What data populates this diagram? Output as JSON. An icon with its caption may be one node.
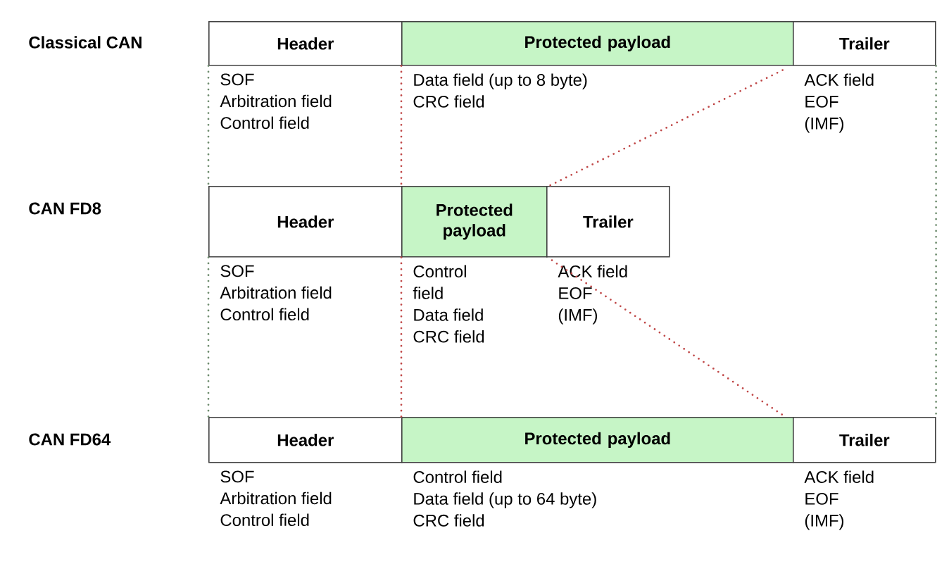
{
  "diagram": {
    "nodes": [
      {
        "text": [
          "Header"
        ],
        "beside": [
          "SOF",
          "Arbitration field",
          "Control field"
        ]
      },
      {
        "text": [
          "Protected payload"
        ],
        "beside": [
          "Data field (up to 8 byte)",
          "CRC field"
        ]
      },
      {
        "text": [
          "Trailer"
        ],
        "beside": [
          "ACK field",
          "EOF",
          "(IMF)"
        ]
      },
      {
        "text": [
          "Header"
        ],
        "beside": [
          "SOF",
          "Arbitration field",
          "Control field"
        ]
      },
      {
        "text": [
          "Protected payload"
        ],
        "beside": [
          "Control field",
          "Data field",
          "CRC field"
        ]
      },
      {
        "text": [
          "Trailer"
        ],
        "beside": [
          "ACK field",
          "EOF",
          "(IMF)"
        ]
      },
      {
        "text": [
          "Header"
        ],
        "beside": [
          "SOF",
          "Arbitration field",
          "Control field"
        ]
      },
      {
        "text": [
          "Protected payload"
        ],
        "beside": [
          "Control field",
          "Data field (up to 64 byte)",
          "CRC field"
        ]
      },
      {
        "text": [
          "Trailer"
        ],
        "beside": [
          "ACK field",
          "EOF",
          "(IMF)"
        ]
      }
    ],
    "edges": [
      {
        "from": 0,
        "to": 3,
        "arrow": "none",
        "style": "dashed",
        "color": "#6e8c6e"
      },
      {
        "from": 1,
        "to": 4,
        "arrow": "none",
        "style": "dashed"
      },
      {
        "from": 1,
        "to": 5,
        "arrow": "none",
        "style": "dashed"
      },
      {
        "from": 2,
        "to": 8,
        "arrow": "none",
        "style": "dashed",
        "color": "#6e8c6e"
      },
      {
        "from": 3,
        "to": 6,
        "arrow": "none",
        "style": "dashed",
        "color": "#6e8c6e"
      },
      {
        "from": 4,
        "to": 7,
        "arrow": "none",
        "style": "dashed"
      },
      {
        "from": 5,
        "to": 7,
        "arrow": "none",
        "style": "dashed"
      }
    ],
    "labels": [
      "Classical CAN",
      "CAN FD8",
      "CAN FD64"
    ]
  }
}
